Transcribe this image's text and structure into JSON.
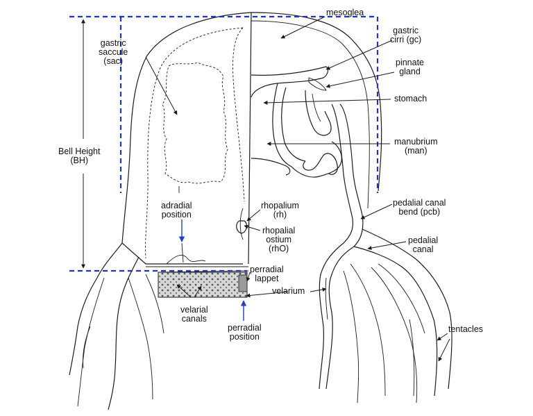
{
  "labels": {
    "mesoglea": "mesoglea",
    "gastric_cirri": [
      "gastric",
      "cirri (gc)"
    ],
    "pinnate_gland": [
      "pinnate",
      "gland"
    ],
    "stomach": "stomach",
    "manubrium": [
      "manubrium",
      "(man)"
    ],
    "gastric_saccule": [
      "gastric",
      "saccule",
      "(sac)"
    ],
    "bell_height": [
      "Bell Height",
      "(BH)"
    ],
    "adradial_position": [
      "adradial",
      "position"
    ],
    "rhopalium": [
      "rhopalium",
      "(rh)"
    ],
    "rhopalial_ostium": [
      "rhopalial",
      "ostium",
      "(rhO)"
    ],
    "pedalial_canal_bend": [
      "pedalial canal",
      "bend (pcb)"
    ],
    "pedalial_canal": [
      "pedalial",
      "canal"
    ],
    "perradial_lappet": [
      "perradial",
      "lappet"
    ],
    "velarium": "velarium",
    "velarial_canals": [
      "velarial",
      "canals"
    ],
    "perradial_position": [
      "perradial",
      "position"
    ],
    "tentacles": "tentacles"
  },
  "colors": {
    "outline": "#1a1a1a",
    "bell_height_box": "#2233bb",
    "position_arrows": "#1f3fbf",
    "velarium_shading": "#9a9a9a"
  }
}
